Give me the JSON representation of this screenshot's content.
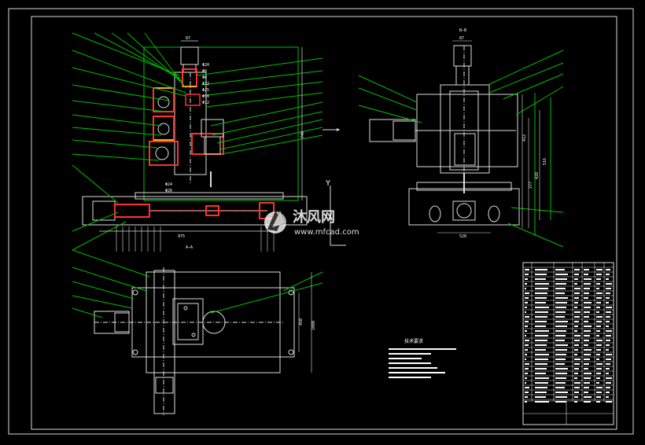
{
  "drawing": {
    "section_a_label": "A—A",
    "section_b_label": "B—B",
    "axis_y_label": "Y",
    "tech_requirements_title": "技术要求",
    "dims": {
      "top_width": "87",
      "right_top_width": "87",
      "base_length": "975",
      "right_base": "520",
      "right_v1": "412",
      "right_v2": "516",
      "right_v3": "277",
      "right_v4": "428",
      "left_tall": "740",
      "plan_v1": "450",
      "plan_v2": "1080",
      "diam1": "Φ26",
      "diam2": "Φ20"
    }
  },
  "watermark": {
    "brand": "沐风网",
    "url": "www.mfcad.com"
  }
}
